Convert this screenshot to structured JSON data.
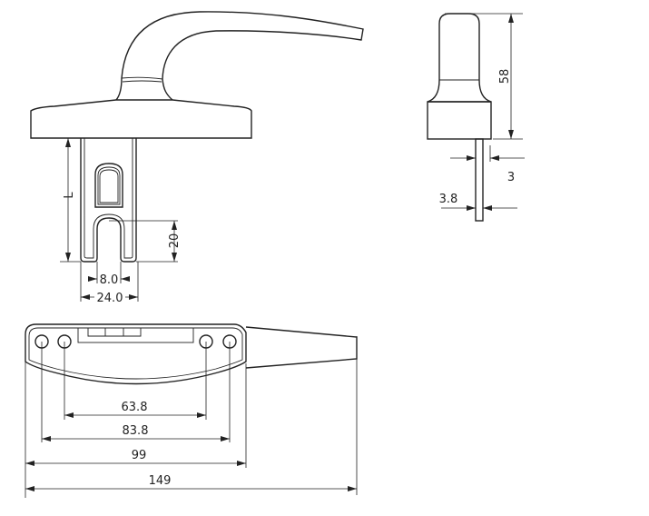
{
  "front_view": {
    "dim_length": "L",
    "dim_slot_depth": "20",
    "dim_slot_width": "8.0",
    "dim_spindle_width": "24.0"
  },
  "side_view": {
    "dim_height": "58",
    "dim_spindle": "3",
    "dim_pin": "3.8"
  },
  "top_view": {
    "dim_inner_holes": "63.8",
    "dim_outer_holes": "83.8",
    "dim_base_length": "99",
    "dim_total_length": "149"
  },
  "colors": {
    "line": "#222222",
    "background": "#ffffff"
  }
}
